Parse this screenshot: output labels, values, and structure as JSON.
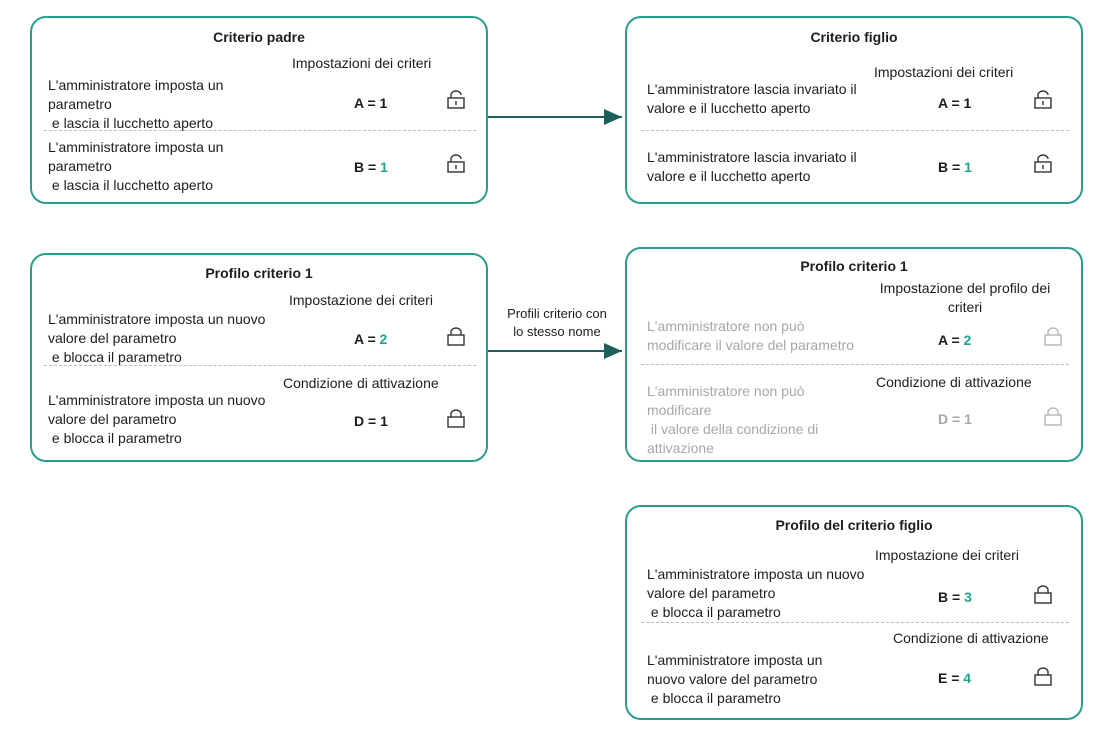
{
  "colors": {
    "border": "#2a9d8f",
    "highlight": "#1fa38a",
    "disabled": "#a7a7a7"
  },
  "parent_policy": {
    "title": "Criterio padre",
    "header": "Impostazioni dei criteri",
    "rows": [
      {
        "desc": "L'amministratore imposta un\nparametro\n e lascia il lucchetto aperto",
        "key": "A = ",
        "value": "1",
        "lock_icon": "lock-open-icon"
      },
      {
        "desc": "L'amministratore imposta un\nparametro\n e lascia il lucchetto aperto",
        "key": "B = ",
        "value": "1",
        "lock_icon": "lock-open-icon"
      }
    ]
  },
  "child_policy": {
    "title": "Criterio figlio",
    "header": "Impostazioni dei criteri",
    "rows": [
      {
        "desc": "L'amministratore lascia invariato il\nvalore e il lucchetto aperto",
        "key": "A = ",
        "value": "1",
        "lock_icon": "lock-open-icon"
      },
      {
        "desc": "L'amministratore lascia invariato il\nvalore e il lucchetto aperto",
        "key": "B = ",
        "value": "1",
        "lock_icon": "lock-open-icon"
      }
    ]
  },
  "profile_parent": {
    "title": "Profilo criterio 1",
    "header1": "Impostazione dei criteri",
    "header2": "Condizione di attivazione",
    "rows": [
      {
        "desc": "L'amministratore imposta un nuovo\nvalore del parametro\n e blocca il parametro",
        "key": "A = ",
        "value": "2",
        "lock_icon": "lock-closed-icon"
      },
      {
        "desc": "L'amministratore imposta un nuovo\nvalore del parametro\n e blocca il parametro",
        "key": "D = ",
        "value": "1",
        "lock_icon": "lock-closed-icon"
      }
    ]
  },
  "profile_child": {
    "title": "Profilo criterio 1",
    "header1": "Impostazione del profilo dei criteri",
    "header2": "Condizione di attivazione",
    "rows": [
      {
        "desc": "L'amministratore non può\nmodificare il valore del parametro",
        "key": "A = ",
        "value": "2",
        "lock_icon": "lock-closed-icon"
      },
      {
        "desc": "L'amministratore non può\nmodificare\n il valore della condizione di\nattivazione",
        "key": "D = ",
        "value": "1",
        "lock_icon": "lock-closed-icon"
      }
    ]
  },
  "child_profile": {
    "title": "Profilo del criterio figlio",
    "header1": "Impostazione dei criteri",
    "header2": "Condizione di attivazione",
    "rows": [
      {
        "desc": "L'amministratore imposta un nuovo\nvalore del parametro\n e blocca il parametro",
        "key": "B = ",
        "value": "3",
        "lock_icon": "lock-closed-icon"
      },
      {
        "desc": "L'amministratore imposta un\nnuovo valore del parametro\n e blocca il parametro",
        "key": "E = ",
        "value": "4",
        "lock_icon": "lock-closed-icon"
      }
    ]
  },
  "arrow_label": "Profili criterio con\nlo stesso nome"
}
